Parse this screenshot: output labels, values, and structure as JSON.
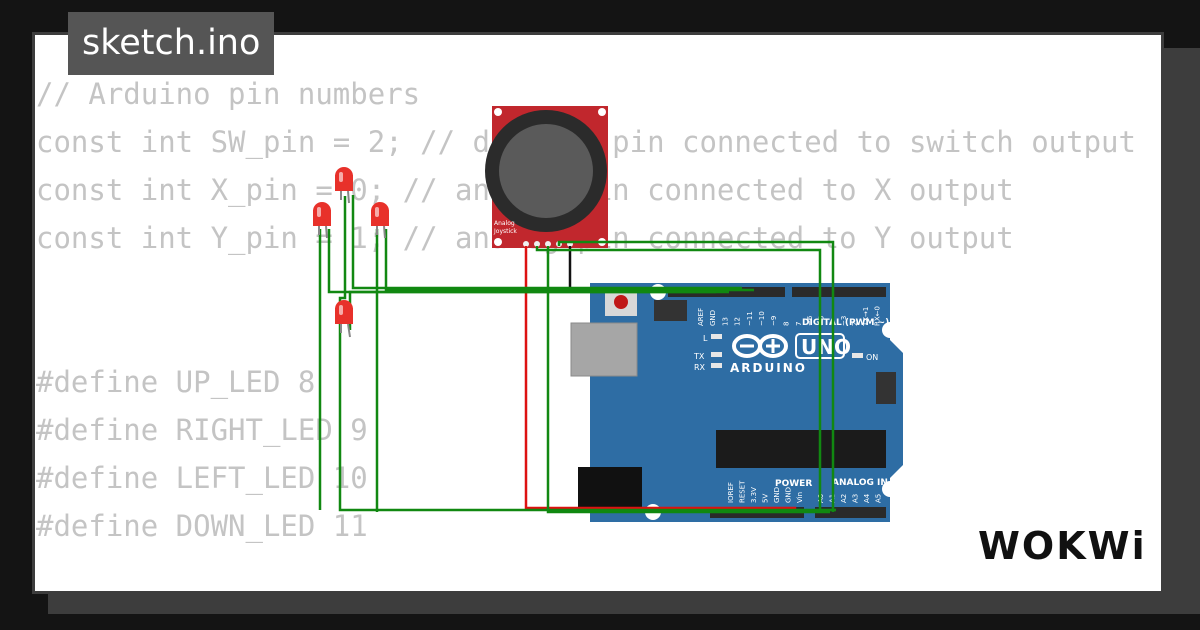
{
  "tab": {
    "title": "sketch.ino"
  },
  "code_lines": [
    "// Arduino pin numbers",
    "const int SW_pin = 2; // digital pin connected to switch output",
    "const int X_pin = 0; // analog pin connected to X output",
    "const int Y_pin = 1; // analog pin connected to Y output",
    "",
    "",
    "#define UP_LED 8",
    "#define RIGHT_LED 9",
    "#define LEFT_LED 10",
    "#define DOWN_LED 11"
  ],
  "brand": {
    "logo_text": "WOKWi"
  },
  "arduino": {
    "brand_text": "ARDUINO",
    "model_text": "UNO",
    "digital_label": "DIGITAL (PWM ~)",
    "analog_label": "ANALOG IN",
    "power_label": "POWER",
    "on_label": "ON",
    "l_label": "L",
    "tx_label": "TX",
    "rx_label": "RX",
    "digital_pins": [
      "AREF",
      "GND",
      "13",
      "12",
      "~11",
      "~10",
      "~9",
      "8",
      "7",
      "~6",
      "~5",
      "4",
      "~3",
      "2",
      "TX→1",
      "RX←0"
    ],
    "power_pins": [
      "IOREF",
      "RESET",
      "3.3V",
      "5V",
      "GND",
      "GND",
      "Vin"
    ],
    "analog_pins": [
      "A0",
      "A1",
      "A2",
      "A3",
      "A4",
      "A5"
    ]
  },
  "joystick": {
    "label_line1": "Analog",
    "label_line2": "Joystick"
  },
  "colors": {
    "board": "#2e6da4",
    "joystick_pcb": "#c1272d",
    "led": "#e8312a",
    "wire_green": "#118811",
    "wire_red": "#dd1111",
    "wire_black": "#111111",
    "code_text": "#c4c4c4"
  }
}
